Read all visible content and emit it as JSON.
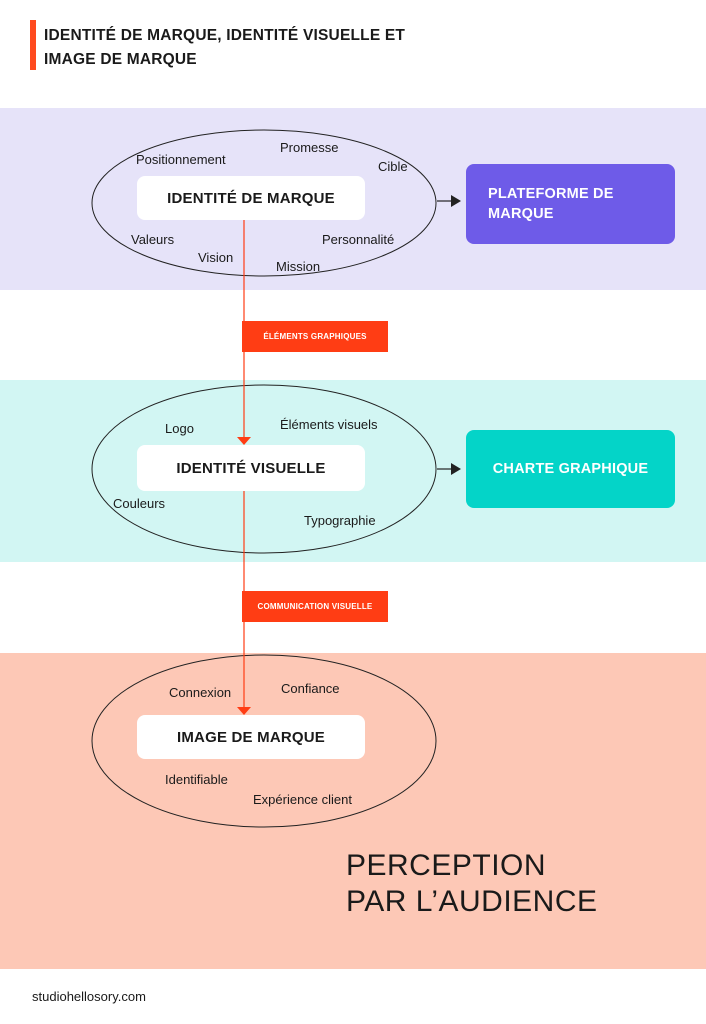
{
  "title": {
    "line1": "IDENTITÉ DE MARQUE, IDENTITÉ VISUELLE ET",
    "line2": "IMAGE DE MARQUE"
  },
  "sections": {
    "brand_identity": {
      "label": "IDENTITÉ DE MARQUE",
      "words": {
        "positionnement": "Positionnement",
        "promesse": "Promesse",
        "cible": "Cible",
        "valeurs": "Valeurs",
        "vision": "Vision",
        "mission": "Mission",
        "personnalite": "Personnalité"
      },
      "output": "PLATEFORME DE MARQUE"
    },
    "visual_identity": {
      "label": "IDENTITÉ VISUELLE",
      "words": {
        "logo": "Logo",
        "elements_visuels": "Éléments visuels",
        "couleurs": "Couleurs",
        "typographie": "Typographie"
      },
      "output": "CHARTE GRAPHIQUE"
    },
    "brand_image": {
      "label": "IMAGE DE MARQUE",
      "words": {
        "connexion": "Connexion",
        "confiance": "Confiance",
        "identifiable": "Identifiable",
        "experience_client": "Expérience client"
      }
    }
  },
  "connectors": {
    "tag1": "ÉLÉMENTS GRAPHIQUES",
    "tag2": "COMMUNICATION VISUELLE"
  },
  "perception": {
    "line1": "PERCEPTION",
    "line2": "PAR L’AUDIENCE"
  },
  "footer": "studiohellosory.com",
  "colors": {
    "accent": "#ff4b1f",
    "band_purple": "#e6e3f9",
    "band_cyan": "#d2f6f3",
    "band_peach": "#fdc8b6",
    "box_purple": "#6e5be8",
    "box_cyan": "#04d4c8",
    "tag_red": "#ff3d14"
  }
}
